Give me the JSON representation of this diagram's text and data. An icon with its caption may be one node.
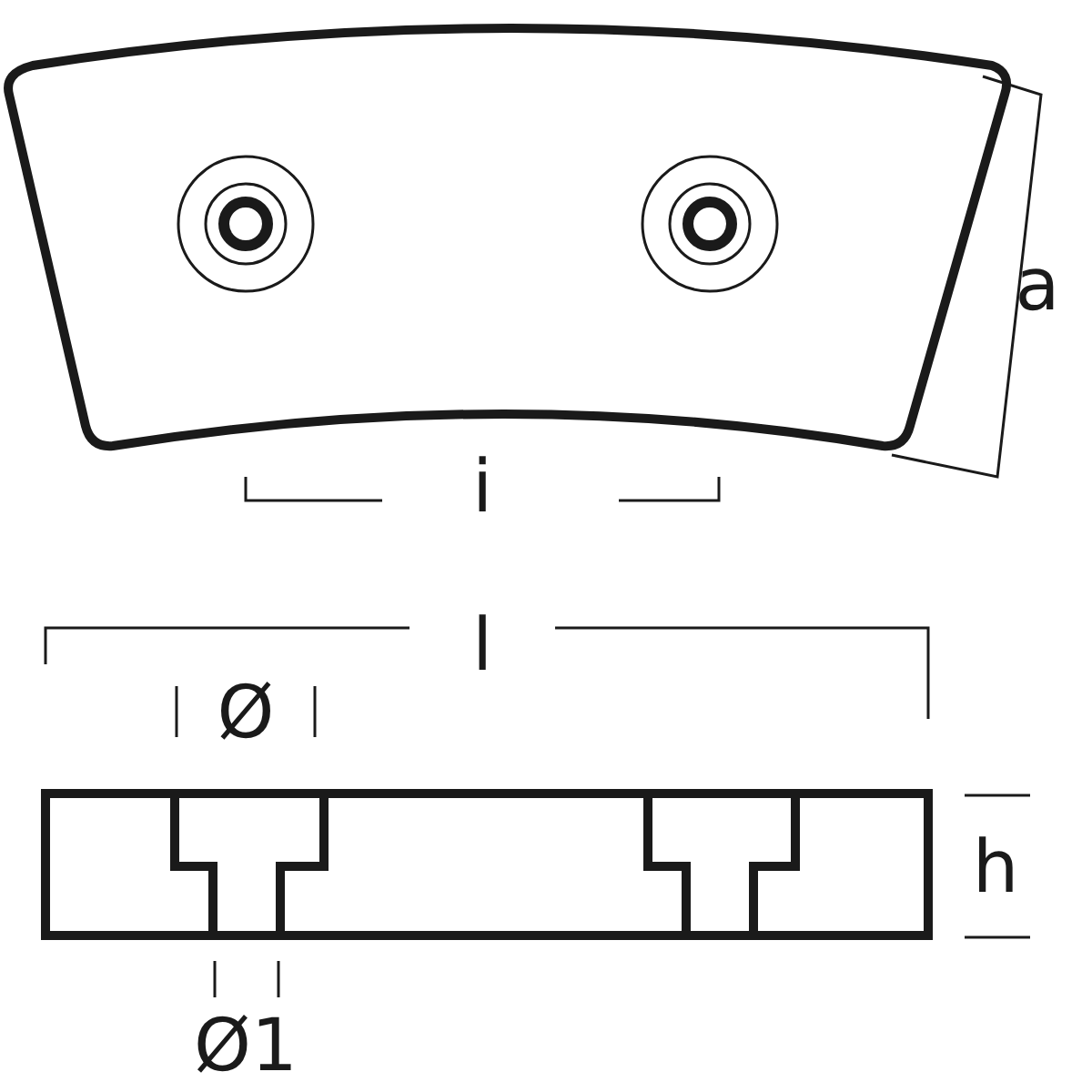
{
  "diagram": {
    "labels": [
      "a",
      "i",
      "l",
      "Ø",
      "h",
      "Ø1"
    ]
  }
}
